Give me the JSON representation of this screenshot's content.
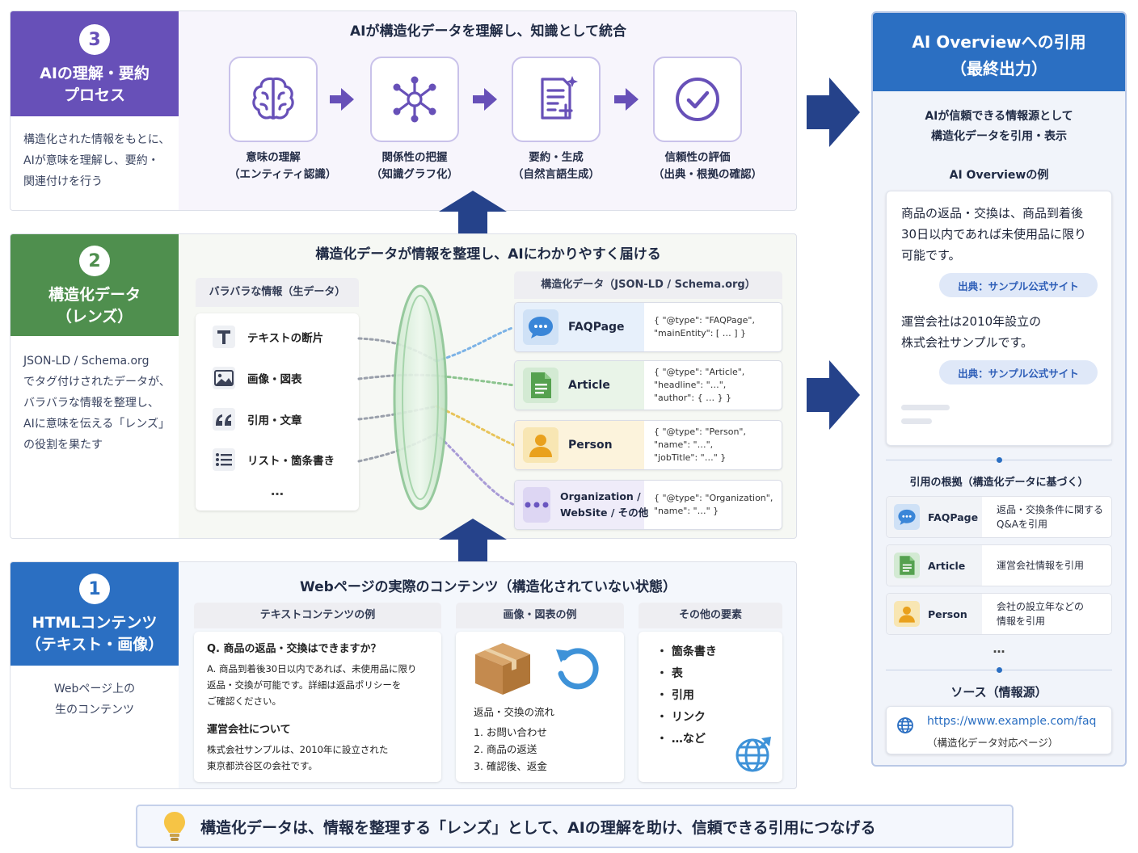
{
  "section3": {
    "badge": "3",
    "title_l1": "AIの理解・要約",
    "title_l2": "プロセス",
    "desc": [
      "構造化された情報をもとに、",
      "AIが意味を理解し、要約・",
      "関連付けを行う"
    ],
    "heading": "AIが構造化データを理解し、知識として統合",
    "steps": [
      {
        "label": "意味の理解",
        "sub": "（エンティティ認識）",
        "icon": "brain-icon"
      },
      {
        "label": "関係性の把握",
        "sub": "（知識グラフ化）",
        "icon": "network-icon"
      },
      {
        "label": "要約・生成",
        "sub": "（自然言語生成）",
        "icon": "document-edit-icon"
      },
      {
        "label": "信頼性の評価",
        "sub": "（出典・根拠の確認）",
        "icon": "check-circle-icon"
      }
    ]
  },
  "section2": {
    "badge": "2",
    "title_l1": "構造化データ",
    "title_l2": "（レンズ）",
    "desc": [
      "JSON-LD / Schema.org",
      "でタグ付けされたデータが、",
      "バラバラな情報を整理し、",
      "AIに意味を伝える「レンズ」",
      "の役割を果たす"
    ],
    "heading": "構造化データが情報を整理し、AIにわかりやすく届ける",
    "raw_heading": "バラバラな情報（生データ）",
    "raw_items": [
      {
        "label": "テキストの断片",
        "icon": "text-icon"
      },
      {
        "label": "画像・図表",
        "icon": "image-icon"
      },
      {
        "label": "引用・文章",
        "icon": "quote-icon"
      },
      {
        "label": "リスト・箇条書き",
        "icon": "list-icon"
      }
    ],
    "raw_more": "…",
    "structured_heading": "構造化データ（JSON-LD / Schema.org）",
    "structured_items": [
      {
        "name": "FAQPage",
        "code": "{ \"@type\": \"FAQPage\",\n\"mainEntity\": [ … ] }",
        "icon": "chat-bubble-icon",
        "color": "#dbe9fb"
      },
      {
        "name": "Article",
        "code": "{ \"@type\": \"Article\",\n\"headline\": \"…\",\n\"author\": { … } }",
        "icon": "article-icon",
        "color": "#e2f1e2"
      },
      {
        "name": "Person",
        "code": "{ \"@type\": \"Person\",\n\"name\": \"…\",\n\"jobTitle\": \"…\" }",
        "icon": "person-icon",
        "color": "#fbf1d8"
      },
      {
        "name_l1": "Organization /",
        "name_l2": "WebSite / その他",
        "code": "{ \"@type\": \"Organization\",\n\"name\": \"…\" }",
        "icon": "more-dots-icon",
        "color": "#ebe7f7"
      }
    ]
  },
  "section1": {
    "badge": "1",
    "title_l1": "HTMLコンテンツ",
    "title_l2": "（テキスト・画像）",
    "desc": [
      "Webページ上の",
      "生のコンテンツ"
    ],
    "heading": "Webページの実際のコンテンツ（構造化されていない状態）",
    "text_example": {
      "heading": "テキストコンテンツの例",
      "q": "Q. 商品の返品・交換はできますか？",
      "a": [
        "A. 商品到着後30日以内であれば、未使用品に限り",
        "返品・交換が可能です。詳細は返品ポリシーを",
        "ご確認ください。"
      ],
      "company_heading": "運営会社について",
      "company": [
        "株式会社サンプルは、2010年に設立された",
        "東京都渋谷区の会社です。"
      ]
    },
    "image_example": {
      "heading": "画像・図表の例",
      "caption": "返品・交換の流れ",
      "steps": [
        "1. お問い合わせ",
        "2. 商品の返送",
        "3. 確認後、返金"
      ]
    },
    "other_example": {
      "heading": "その他の要素",
      "items": [
        "・ 箇条書き",
        "・ 表",
        "・ 引用",
        "・ リンク",
        "・ …など"
      ]
    }
  },
  "overview": {
    "title_l1": "AI Overviewへの引用",
    "title_l2": "（最終出力）",
    "sub": [
      "AIが信頼できる情報源として",
      "構造化データを引用・表示"
    ],
    "example_heading": "AI Overviewの例",
    "answer1": [
      "商品の返品・交換は、商品到着後",
      "30日以内であれば未使用品に限り",
      "可能です。"
    ],
    "source1": "出典：サンプル公式サイト",
    "answer2": [
      "運営会社は2010年設立の",
      "株式会社サンプルです。"
    ],
    "source2": "出典：サンプル公式サイト",
    "basis_heading": "引用の根拠（構造化データに基づく）",
    "basis": [
      {
        "name": "FAQPage",
        "desc": "返品・交換条件に関する\nQ&Aを引用",
        "icon": "chat-bubble-icon"
      },
      {
        "name": "Article",
        "desc": "運営会社情報を引用",
        "icon": "article-icon"
      },
      {
        "name": "Person",
        "desc": "会社の設立年などの\n情報を引用",
        "icon": "person-icon"
      }
    ],
    "basis_more": "…",
    "source_heading": "ソース（情報源）",
    "url": "https://www.example.com/faq",
    "url_note": "（構造化データ対応ページ）"
  },
  "footer": {
    "message": "構造化データは、情報を整理する「レンズ」として、AIの理解を助け、信頼できる引用につなげる",
    "icon": "lightbulb-icon"
  },
  "colors": {
    "purple": "#6750b8",
    "green": "#4f8f4e",
    "blue": "#2b6fc2",
    "navy_arrow": "#25428a"
  }
}
